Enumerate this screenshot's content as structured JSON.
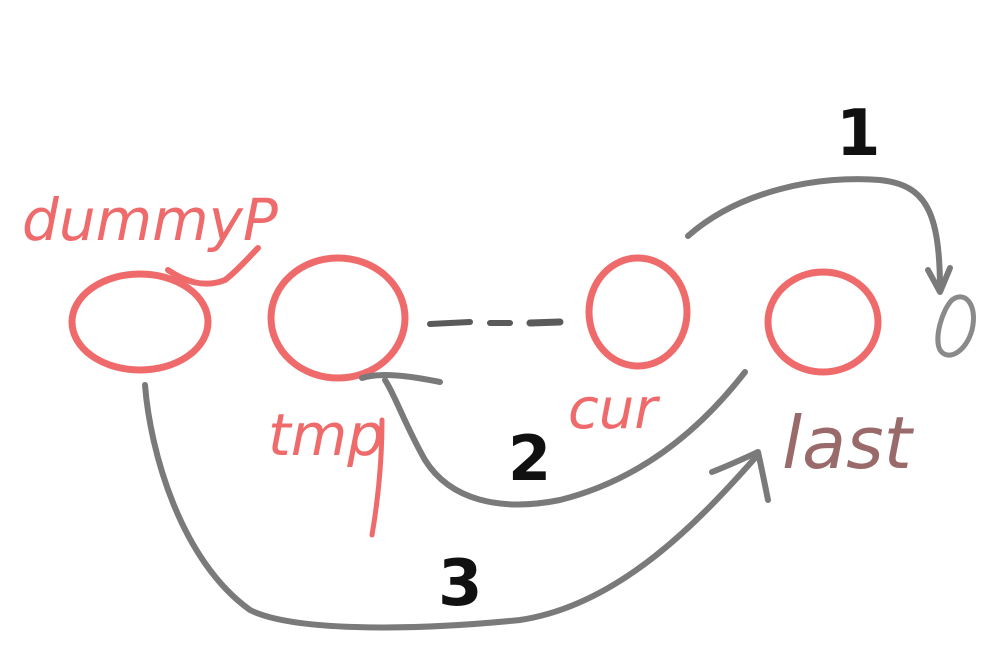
{
  "labels": {
    "dummy": "dummyP",
    "tmp": "tmp",
    "cur": "cur",
    "last": "last",
    "end": "0"
  },
  "steps": {
    "one": "1",
    "two": "2",
    "three": "3"
  },
  "colors": {
    "nodes": "#ef6b6b",
    "arrows": "#7a7a7a",
    "step_numbers": "#111111",
    "end_node": "#8a8a8a",
    "background": "#ffffff"
  }
}
